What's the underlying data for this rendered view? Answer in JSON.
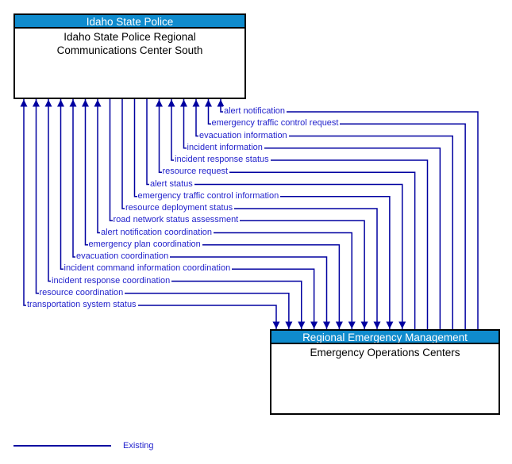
{
  "diagram": {
    "top_box": {
      "header": "Idaho State Police",
      "body": "Idaho State Police Regional Communications Center South"
    },
    "bottom_box": {
      "header": "Regional Emergency Management",
      "body": "Emergency Operations Centers"
    },
    "flows": [
      {
        "label": "alert notification",
        "direction": "to_top"
      },
      {
        "label": "emergency traffic control request",
        "direction": "to_top"
      },
      {
        "label": "evacuation information",
        "direction": "to_top"
      },
      {
        "label": "incident information",
        "direction": "to_top"
      },
      {
        "label": "incident response status",
        "direction": "to_top"
      },
      {
        "label": "resource request",
        "direction": "to_top"
      },
      {
        "label": "alert status",
        "direction": "to_bottom"
      },
      {
        "label": "emergency traffic control information",
        "direction": "to_bottom"
      },
      {
        "label": "resource deployment status",
        "direction": "to_bottom"
      },
      {
        "label": "road network status assessment",
        "direction": "to_bottom"
      },
      {
        "label": "alert notification coordination",
        "direction": "bidirectional"
      },
      {
        "label": "emergency plan coordination",
        "direction": "bidirectional"
      },
      {
        "label": "evacuation coordination",
        "direction": "bidirectional"
      },
      {
        "label": "incident command information coordination",
        "direction": "bidirectional"
      },
      {
        "label": "incident response coordination",
        "direction": "bidirectional"
      },
      {
        "label": "resource coordination",
        "direction": "bidirectional"
      },
      {
        "label": "transportation system status",
        "direction": "bidirectional"
      }
    ],
    "legend": {
      "line_status": "Existing"
    },
    "colors": {
      "header_bg": "#0f8bcd",
      "header_text": "#ffffff",
      "body_text": "#000000",
      "flow_line": "#0000a0",
      "flow_label_text": "#2222cc",
      "box_border": "#000000"
    }
  }
}
